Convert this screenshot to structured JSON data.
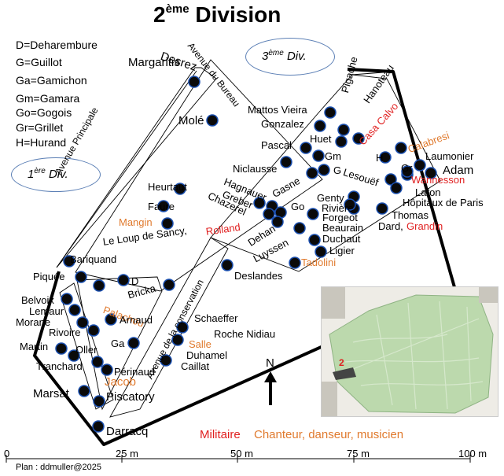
{
  "title": "2ème Division",
  "title_main": "2",
  "title_sup": "ème",
  "title_rest": " Division",
  "legend": [
    "D=Deharembure",
    "G=Guillot",
    "Ga=Gamichon",
    "Gm=Gamara",
    "Go=Gogois",
    "Gr=Grillet",
    "H=Hurand"
  ],
  "divisions": {
    "first": {
      "num": "1",
      "sup": "ère",
      "rest": " Div."
    },
    "third": {
      "num": "3",
      "sup": "ème",
      "rest": " Div."
    }
  },
  "streets": {
    "avenue_principale": "Avenue Principale",
    "avenue_bureau": "Avenue du Bureau",
    "avenue_conservation": "Avenue de la conservation"
  },
  "graves": {
    "desrez": "Desrez",
    "margaritis": "Margaritis",
    "mole": "Molé",
    "mattos_vieira": "Mattos Vieira",
    "gonzalez": "Gonzalez",
    "pigache": "Pigache",
    "hanoteau": "Hanoteau",
    "casa_calvo": "Casa Calvo",
    "huet": "Huet",
    "calabresi": "Calabresi",
    "pascal": "Pascal",
    "gm": "Gm",
    "h": "H",
    "laumonier": "Laumonier",
    "gr": "Gr",
    "adam": "Adam",
    "lesouef": "Lesouëf",
    "wannesson": "Wannesson",
    "niclausse": "Niclausse",
    "g": "G",
    "gasne": "Gasne",
    "hagnauer": "Hagnauer",
    "lafon": "Lafon",
    "hopitaux": "Hôpitaux de Paris",
    "greber": "Greber",
    "genty": "Genty",
    "go": "Go",
    "riviere_top": "Rivière",
    "chazerel": "Chazerel",
    "forgeot": "Forgeot",
    "thomas": "Thomas",
    "heurtaut": "Heurtaut",
    "dehan": "Dehan",
    "beaurain": "Beaurain",
    "dard": "Dard,",
    "grandin": "Grandin",
    "faure": "Faure",
    "luyssen": "Luyssen",
    "duchaut": "Duchaut",
    "mangin": "Mangin",
    "ligier": "Ligier",
    "le_loup": "Le Loup de Sancy,",
    "rolland": "Rolland",
    "tadolini": "Tadolini",
    "bariquand": "Bariquand",
    "deslandes": "Deslandes",
    "piquee": "Piquée",
    "d": "D",
    "bricka": "Bricka",
    "palachou": "Palachou",
    "belvoix": "Belvoix",
    "lemaur": "Lemaur",
    "arnaud": "Arnaud",
    "morane": "Morane",
    "riviere_bottom": "Rivoire",
    "schaeffer": "Schaeffer",
    "roche_nidiau": "Roche Nidiau",
    "salle": "Salle",
    "martin": "Martin",
    "oller": "Oller",
    "ga": "Ga",
    "duhamel": "Duhamel",
    "tranchard": "Tranchard",
    "caillat": "Caillat",
    "perinaud": "Périnaud",
    "jacob": "Jacob",
    "marsat": "Marsat",
    "piscatory": "Piscatory",
    "darracq": "Darracq"
  },
  "compass": "N",
  "categories": {
    "military": "Militaire",
    "artist": "Chanteur, danseur, musicien"
  },
  "scale": {
    "ticks": [
      "0",
      "25 m",
      "50 m",
      "75 m",
      "100 m"
    ]
  },
  "credit": "Plan : ddmuller@2025",
  "inset_marker": "2",
  "colors": {
    "military": "#e02020",
    "artist": "#e07a2e",
    "grave": "#0a0a0a",
    "grave_ring": "#1a4fb0",
    "ellipse": "#5b7fb5"
  }
}
